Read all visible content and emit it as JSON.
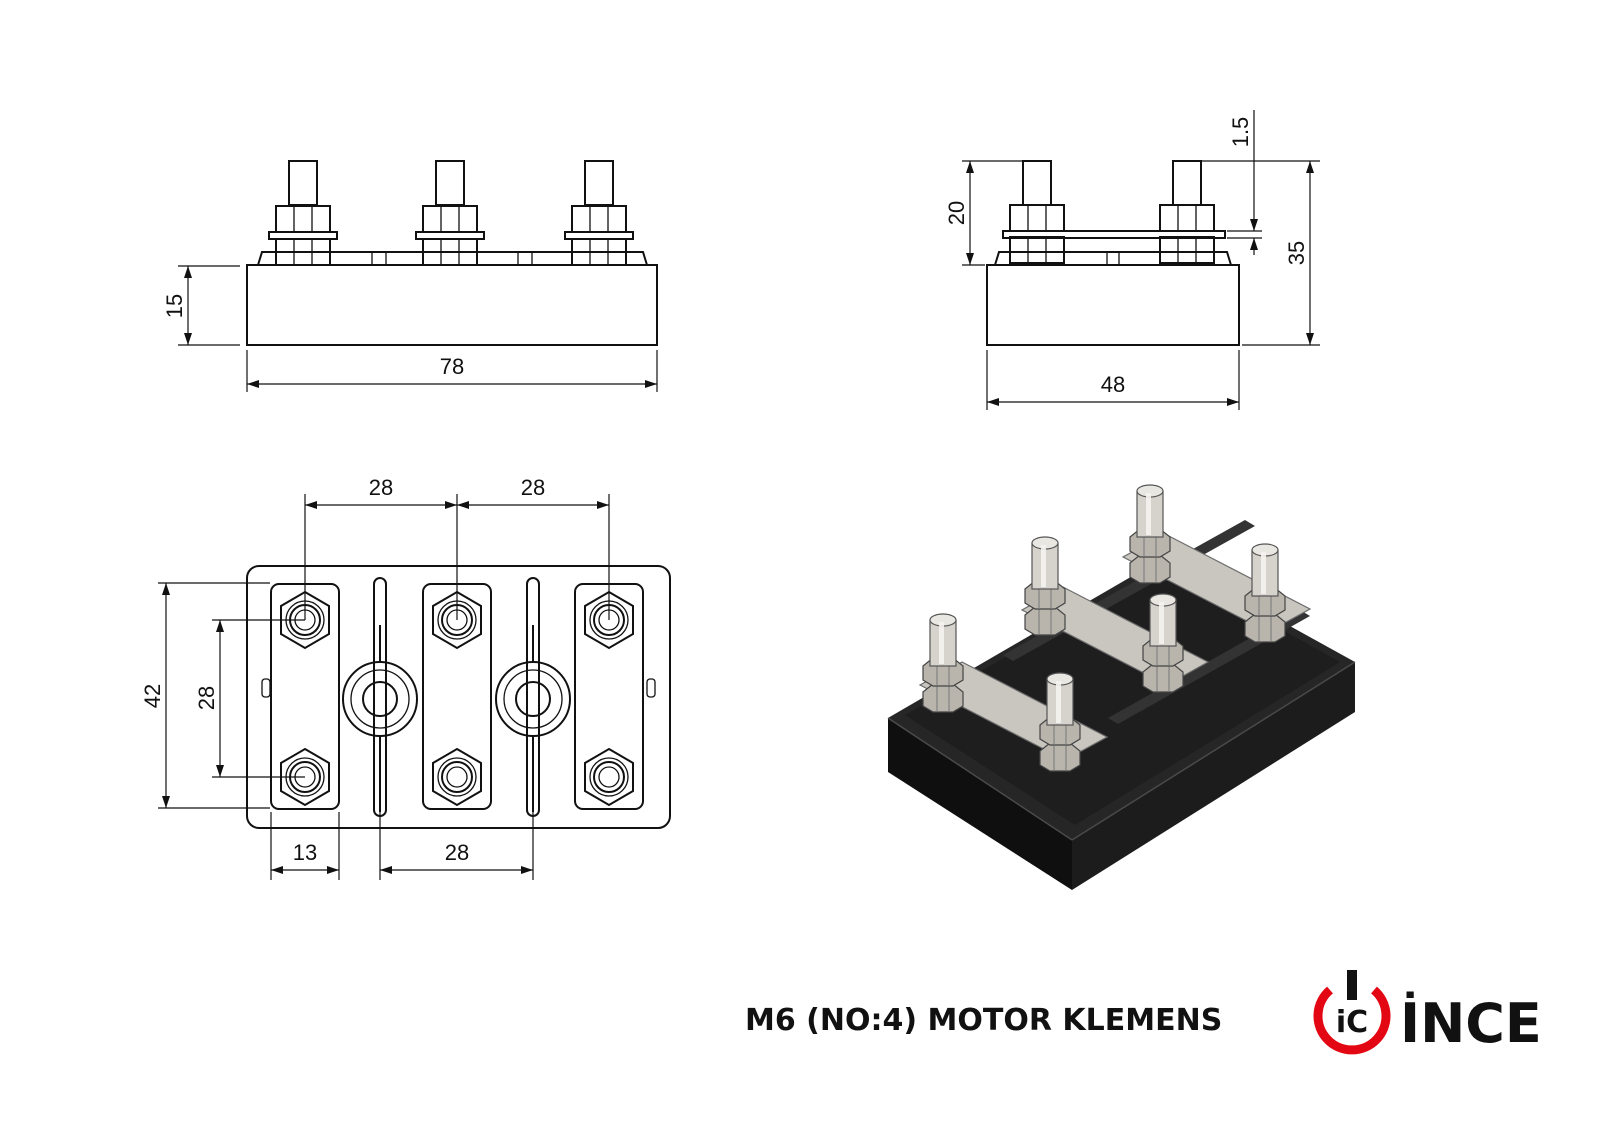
{
  "front_view": {
    "height_dim": "15",
    "width_dim": "78"
  },
  "side_view": {
    "stud_dim": "20",
    "washer_dim": "1.5",
    "total_height_dim": "35",
    "width_dim": "48"
  },
  "top_view": {
    "pitch_left_dim": "28",
    "pitch_right_dim": "28",
    "depth_dim": "42",
    "stud_spacing_dim": "28",
    "edge_offset_dim": "13",
    "slot_spacing_dim": "28"
  },
  "product_title": "M6 (NO:4) MOTOR KLEMENS",
  "logo": {
    "mark_text": "iC",
    "brand_text": "İNCE",
    "accent_color": "#e30613",
    "text_color": "#111111"
  },
  "colors": {
    "body_3d": "#1b1b1b",
    "metal_3d": "#c9c6bf",
    "line": "#111111"
  }
}
